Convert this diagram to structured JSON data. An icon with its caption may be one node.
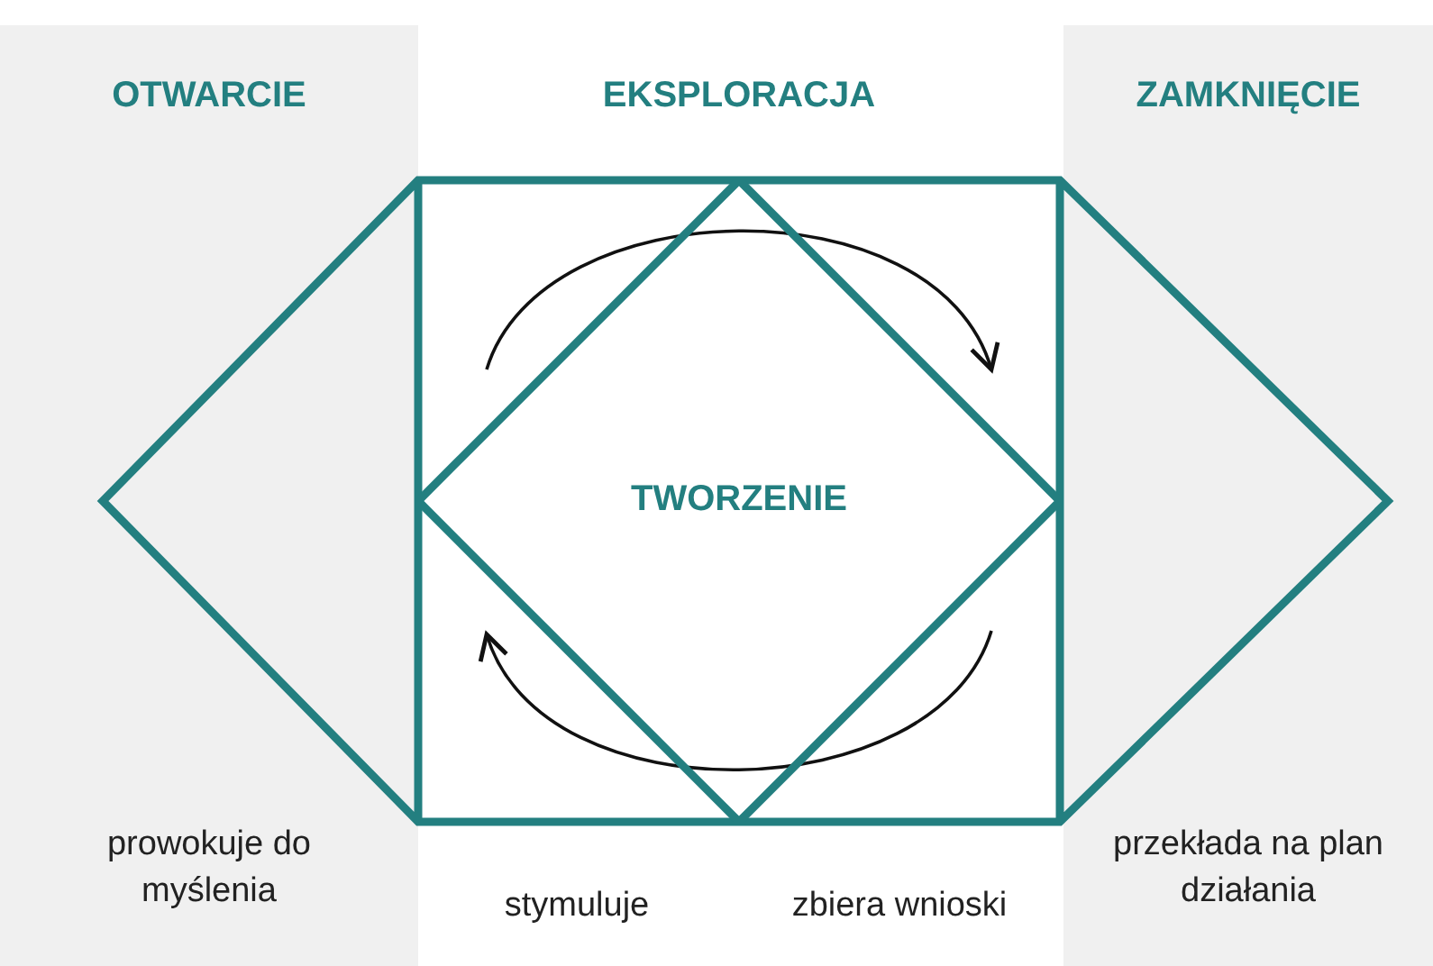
{
  "diagram": {
    "nodes": [
      {
        "text": [
          "OTWARCIE",
          "prowokuje do myślenia"
        ]
      },
      {
        "text": [
          "TWORZENIE"
        ]
      },
      {
        "text": [
          "ZAMKNIĘCIE",
          "przekłada na plan działania"
        ]
      }
    ],
    "labels": [
      "EKSPLORACJA",
      "stymuluje",
      "zbiera wnioski"
    ]
  }
}
